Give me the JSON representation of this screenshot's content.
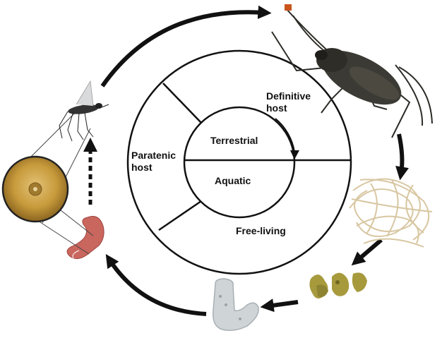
{
  "diagram": {
    "labels": {
      "definitive_host_line1": "Definitive",
      "definitive_host_line2": "host",
      "paratenic_host_line1": "Paratenic",
      "paratenic_host_line2": "host",
      "terrestrial": "Terrestrial",
      "aquatic": "Aquatic",
      "free_living": "Free-living"
    },
    "colors": {
      "line": "#111111",
      "cricket": "#3b3a34",
      "worms": "#d8c7a2",
      "eggs": "#a79a3d",
      "larva": "#cfd4d6",
      "cyst_red": "#c9665e",
      "lens": "#c79a3b"
    },
    "images": [
      {
        "name": "cricket",
        "role": "definitive host"
      },
      {
        "name": "adult-worms",
        "role": "free-living adults"
      },
      {
        "name": "egg-strings",
        "role": "eggs"
      },
      {
        "name": "larva",
        "role": "larva"
      },
      {
        "name": "cyst-in-host",
        "role": "cyst"
      },
      {
        "name": "mosquito",
        "role": "paratenic host"
      }
    ]
  }
}
